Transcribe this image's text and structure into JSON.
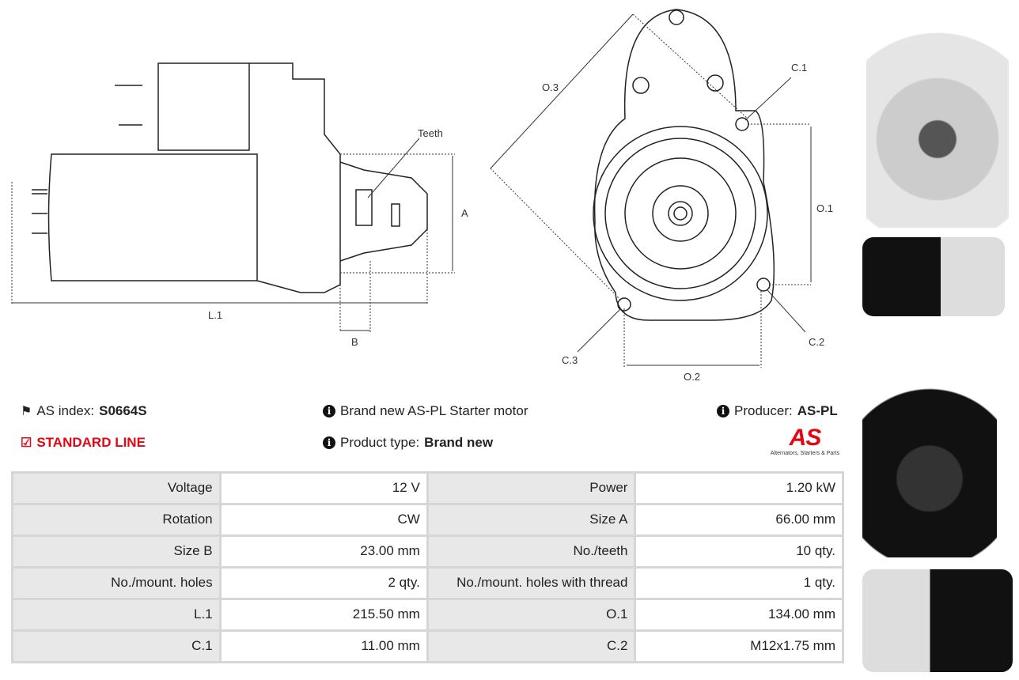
{
  "diagram_side": {
    "teeth": "Teeth",
    "a": "A",
    "l1": "L.1",
    "b": "B"
  },
  "diagram_front": {
    "o1": "O.1",
    "o2": "O.2",
    "o3": "O.3",
    "c1": "C.1",
    "c2": "C.2",
    "c3": "C.3"
  },
  "info": {
    "as_index_label": "AS index:",
    "as_index_value": "S0664S",
    "line": "STANDARD LINE",
    "description": "Brand new AS-PL Starter motor",
    "product_type_label": "Product type:",
    "product_type_value": "Brand new",
    "producer_label": "Producer:",
    "producer_value": "AS-PL",
    "logo_text": "AS",
    "logo_tagline": "Alternators, Starters & Parts"
  },
  "colors": {
    "accent": "#e30613"
  },
  "specs": [
    [
      "Voltage",
      "12 V",
      "Power",
      "1.20 kW"
    ],
    [
      "Rotation",
      "CW",
      "Size A",
      "66.00 mm"
    ],
    [
      "Size B",
      "23.00 mm",
      "No./teeth",
      "10 qty."
    ],
    [
      "No./mount. holes",
      "2 qty.",
      "No./mount. holes with thread",
      "1 qty."
    ],
    [
      "L.1",
      "215.50 mm",
      "O.1",
      "134.00 mm"
    ],
    [
      "C.1",
      "11.00 mm",
      "C.2",
      "M12x1.75 mm"
    ]
  ]
}
